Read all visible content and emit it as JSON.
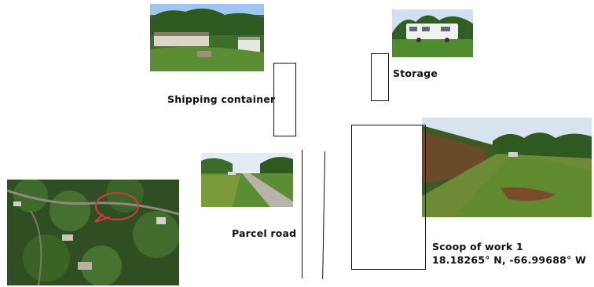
{
  "labels": {
    "shipping_container": "Shipping container",
    "storage": "Storage",
    "parcel_road": "Parcel road",
    "scope_line1": "Scoop of work 1",
    "scope_line2": "18.18265° N, -66.99688° W"
  },
  "colors": {
    "outline": "#111111",
    "marker": "#d23a3a",
    "grass": "#4f8a2c",
    "sky": "#bcd6ef",
    "soil": "#7a4a2a"
  }
}
